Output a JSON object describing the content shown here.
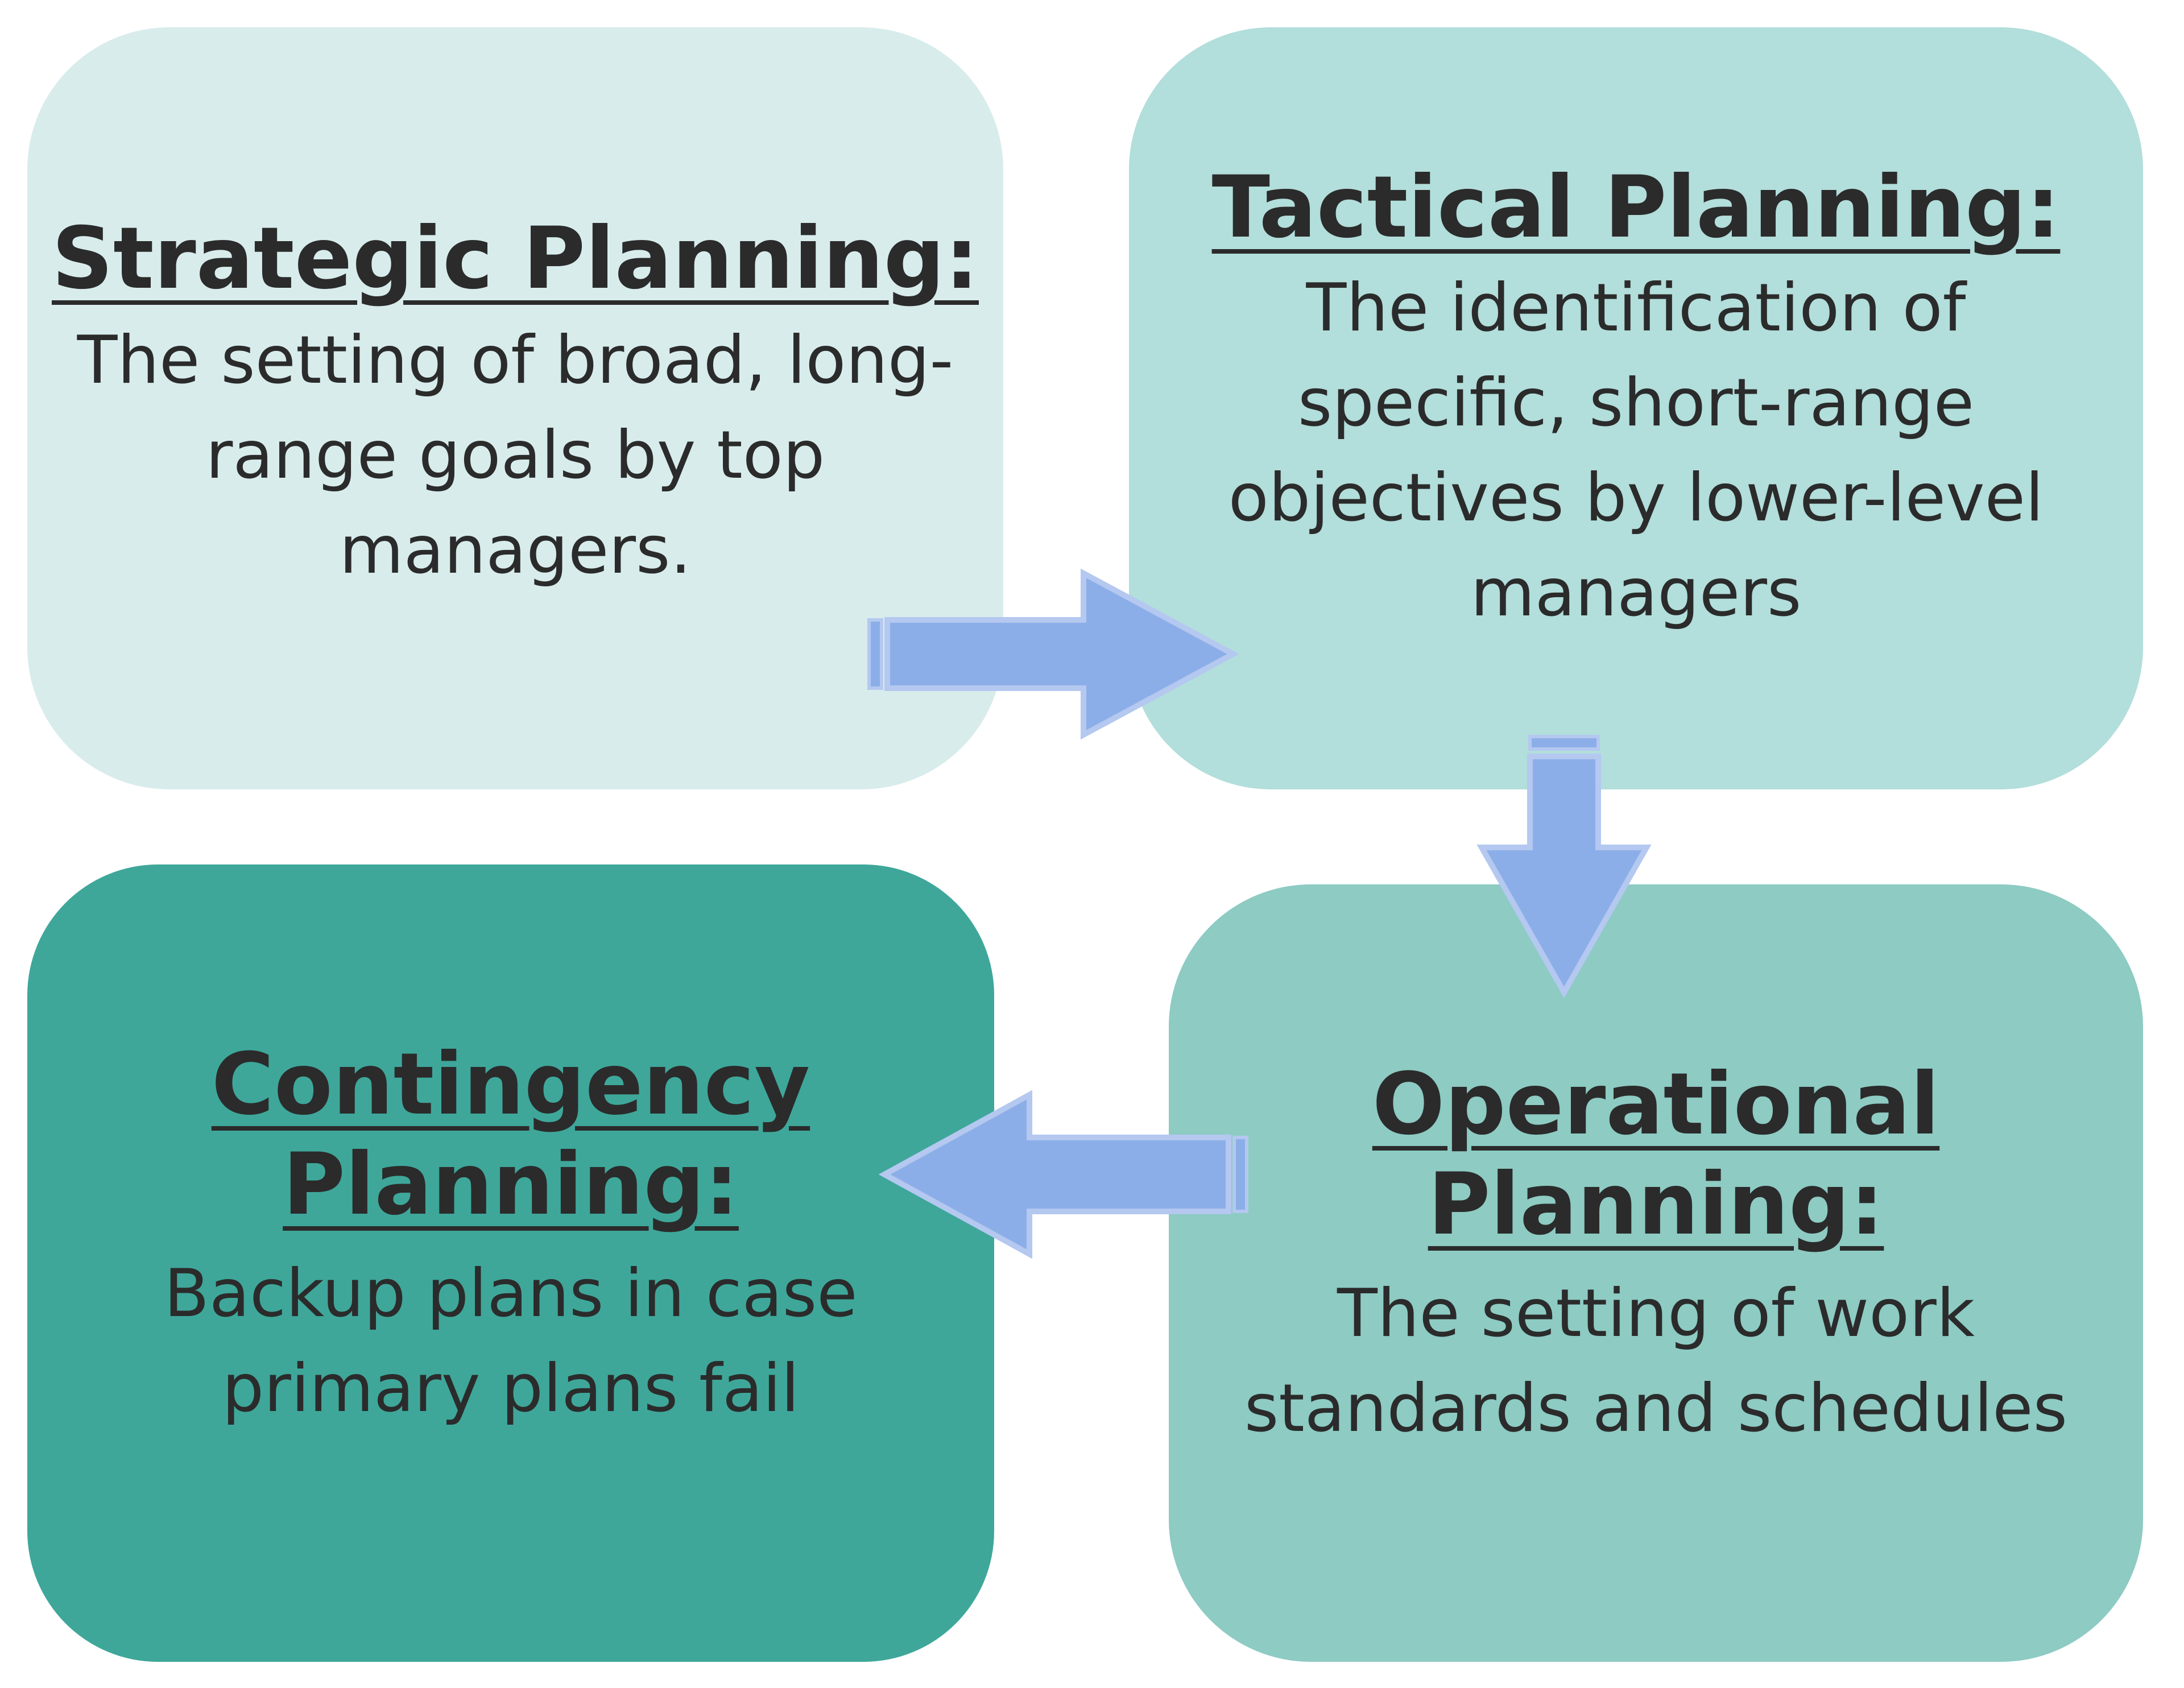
{
  "boxes": {
    "strategic": {
      "title": "Strategic Planning:",
      "description": "The setting of broad, long-range goals by top managers."
    },
    "tactical": {
      "title": "Tactical Planning:",
      "description": "The identification of specific, short-range objectives by lower-level managers"
    },
    "operational": {
      "title": "Operational Planning:",
      "description": "The setting of work standards and schedules"
    },
    "contingency": {
      "title": "Contingency Planning:",
      "description": "Backup plans in case primary plans fail"
    }
  },
  "colors": {
    "strategic_fill": "#d8ecec",
    "tactical_fill": "#b2dedb",
    "operational_fill": "#8dcbc3",
    "contingency_fill": "#3ea79a",
    "arrow_fill": "#8caee8",
    "arrow_stroke": "#b4c8f0"
  }
}
